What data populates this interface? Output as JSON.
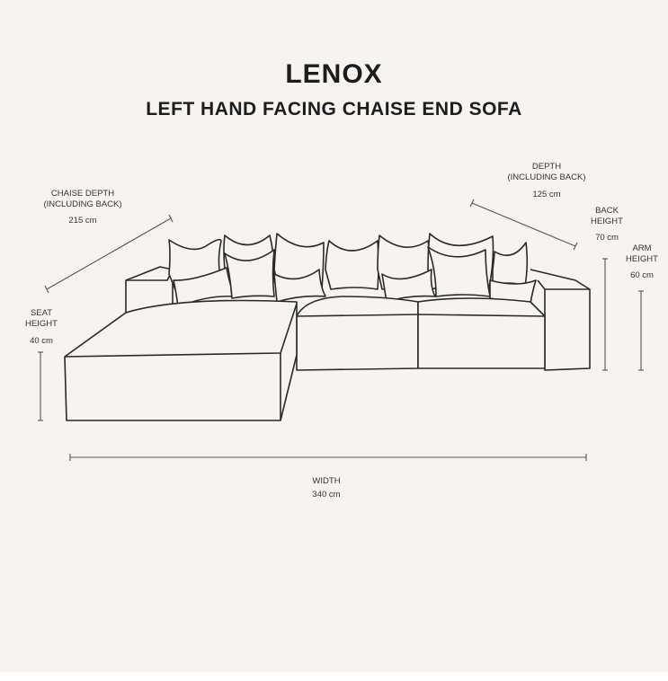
{
  "title": "LENOX",
  "subtitle": "LEFT HAND FACING CHAISE END SOFA",
  "dimensions": {
    "chaise_depth": {
      "label_line1": "CHAISE DEPTH",
      "label_line2": "(INCLUDING BACK)",
      "value": "215 cm"
    },
    "depth": {
      "label_line1": "DEPTH",
      "label_line2": "(INCLUDING BACK)",
      "value": "125 cm"
    },
    "back_height": {
      "label_line1": "BACK",
      "label_line2": "HEIGHT",
      "value": "70 cm"
    },
    "arm_height": {
      "label_line1": "ARM",
      "label_line2": "HEIGHT",
      "value": "60 cm"
    },
    "seat_height": {
      "label_line1": "SEAT",
      "label_line2": "HEIGHT",
      "value": "40 cm"
    },
    "width": {
      "label": "WIDTH",
      "value": "340 cm"
    }
  },
  "colors": {
    "background": "#f6f3f1",
    "ink": "#2a2a2a",
    "dimension_line": "#555555"
  }
}
